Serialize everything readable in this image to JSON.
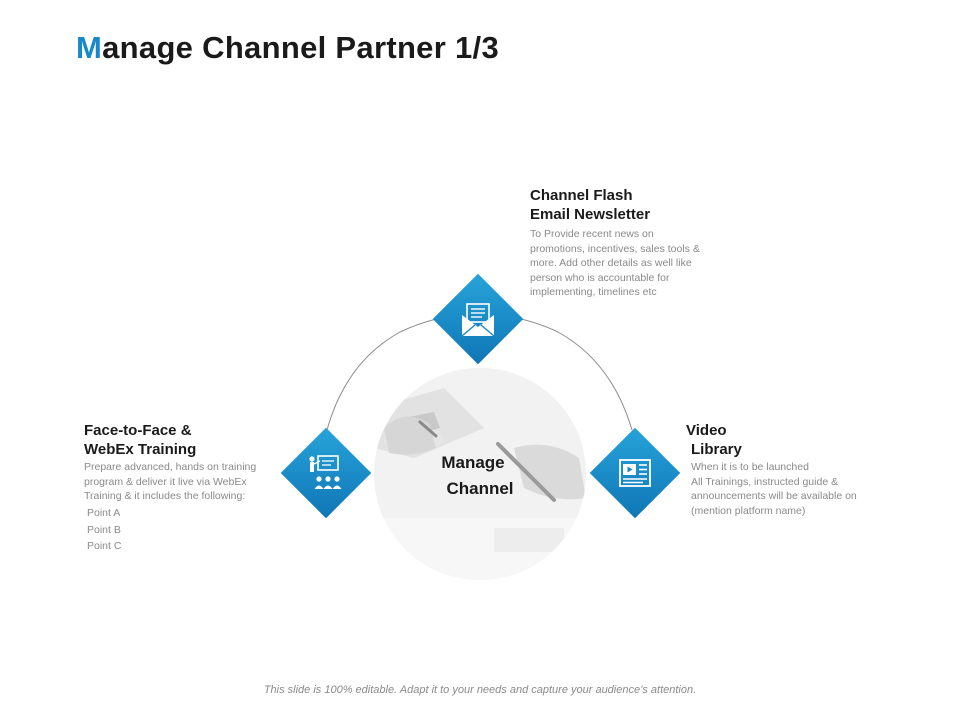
{
  "slide": {
    "title_first_letter": "M",
    "title_rest": "anage Channel Partner 1/3",
    "footer": "This slide is 100% editable. Adapt it to your needs and capture your audience’s attention."
  },
  "center": {
    "line1": "Manage",
    "line2": "Channel"
  },
  "top_item": {
    "heading_line1": "Channel Flash",
    "heading_line2": "Email Newsletter",
    "body_lines": [
      "To Provide recent news on",
      "promotions, incentives, sales tools &",
      "more. Add other details as well like",
      "person who is accountable for",
      "implementing, timelines etc"
    ],
    "icon": "envelope-newsletter-icon"
  },
  "left_item": {
    "heading_line1": "Face-to-Face &",
    "heading_line2": "WebEx Training",
    "body_lines": [
      "Prepare advanced, hands on training",
      "program & deliver it live via WebEx",
      "Training & it includes the following:"
    ],
    "points": [
      "Point A",
      "Point B",
      "Point C"
    ],
    "icon": "presentation-training-icon"
  },
  "right_item": {
    "heading_line1": "Video",
    "heading_line2": "Library",
    "body_lines": [
      "When it is to be launched",
      "All Trainings, instructed guide &",
      "announcements will be available on",
      "(mention platform name)"
    ],
    "icon": "video-library-icon"
  },
  "colors": {
    "accent": "#1788c8",
    "diamond_light": "#27a3d9",
    "diamond_dark": "#0f76b6",
    "body_text": "#8a8a8a",
    "arc_line": "#8c8c8c"
  }
}
